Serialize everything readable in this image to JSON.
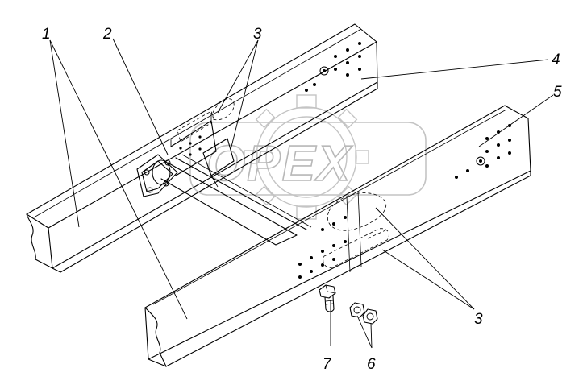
{
  "diagram": {
    "watermark": "OPEX",
    "callouts": [
      {
        "id": "label-1",
        "text": "1"
      },
      {
        "id": "label-2",
        "text": "2"
      },
      {
        "id": "label-3-top",
        "text": "3"
      },
      {
        "id": "label-4",
        "text": "4"
      },
      {
        "id": "label-5",
        "text": "5"
      },
      {
        "id": "label-3-bottom",
        "text": "3"
      },
      {
        "id": "label-6",
        "text": "6"
      },
      {
        "id": "label-7",
        "text": "7"
      }
    ]
  }
}
